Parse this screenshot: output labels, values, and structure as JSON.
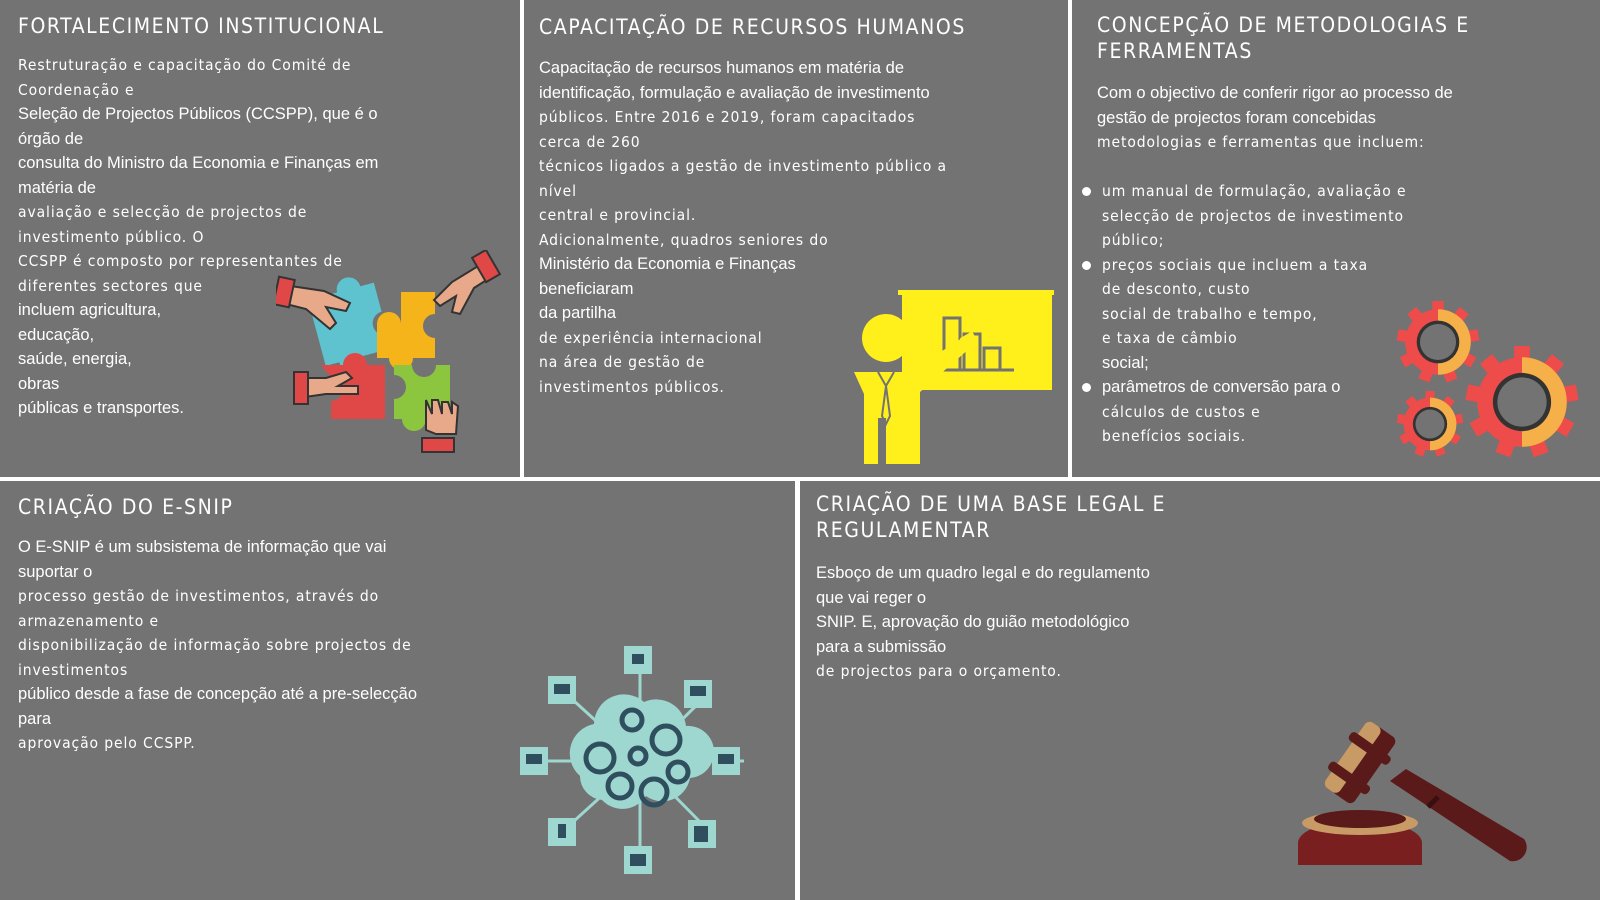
{
  "panels": {
    "p1": {
      "title": "FORTALECIMENTO INSTITUCIONAL",
      "lines": [
        "Restruturação e capacitação do Comité de",
        "Coordenação e",
        "Seleção de Projectos Públicos (CCSPP), que é o",
        "órgão de",
        "consulta do Ministro da Economia e Finanças em",
        "matéria de",
        "avaliação e selecção de projectos de",
        "investimento público. O",
        "CCSPP é composto por representantes de",
        "diferentes sectores que",
        "incluem agricultura,",
        "educação,",
        "saúde, energia,",
        "obras",
        "públicas e transportes."
      ],
      "illustration": "puzzle-hands-icon"
    },
    "p2": {
      "title": "CAPACITAÇÃO DE RECURSOS HUMANOS",
      "lines": [
        "Capacitação de recursos humanos em matéria de",
        "identificação, formulação e avaliação de investimento",
        "públicos. Entre 2016 e 2019, foram capacitados",
        "cerca de 260",
        "técnicos ligados a gestão de investimento público a",
        "nível",
        "central e provincial.",
        "Adicionalmente, quadros seniores do",
        "Ministério da Economia e Finanças",
        "beneficiaram",
        "da partilha",
        "de experiência internacional",
        "na área de gestão de",
        "investimentos públicos."
      ],
      "illustration": "presenter-board-icon"
    },
    "p3": {
      "title_lines": [
        "CONCEPÇÃO DE METODOLOGIAS E",
        "FERRAMENTAS"
      ],
      "intro_lines": [
        "Com o objectivo de conferir rigor ao processo de",
        "gestão de projectos foram concebidas",
        "metodologias e ferramentas que incluem:"
      ],
      "bullets": [
        [
          "um manual de formulação, avaliação e",
          "selecção de projectos de investimento",
          "público;"
        ],
        [
          "preços sociais que incluem a taxa",
          "de desconto, custo",
          "social de trabalho e tempo,",
          "e taxa de câmbio",
          "social;"
        ],
        [
          "parâmetros de conversão para o",
          "cálculos de custos e",
          "benefícios sociais."
        ]
      ],
      "illustration": "gears-icon"
    },
    "p4": {
      "title": "CRIAÇÃO DO E-SNIP",
      "lines": [
        "O E-SNIP é um subsistema de informação que vai",
        "suportar o",
        "processo gestão de investimentos, através do",
        "armazenamento e",
        "disponibilização de informação sobre projectos de",
        "investimentos",
        "público desde a fase de concepção até a pre-selecção",
        "para",
        "aprovação pelo CCSPP."
      ],
      "illustration": "cloud-network-icon"
    },
    "p5": {
      "title_lines": [
        "CRIAÇÃO DE UMA BASE LEGAL E",
        "REGULAMENTAR"
      ],
      "lines": [
        "Esboço de um quadro legal e do regulamento",
        "que vai reger o",
        "SNIP. E, aprovação do guião metodológico",
        "para a submissão",
        "de projectos para o orçamento."
      ],
      "illustration": "gavel-icon"
    }
  },
  "colors": {
    "panel_bg": "#737373",
    "divider": "#ffffff",
    "text": "#ffffff",
    "yellow": "#ffef1a",
    "gear_red": "#ee4b4b",
    "gear_orange": "#f6b04a",
    "cloud": "#9ed7cf",
    "gavel_dark": "#5a1a1a",
    "gavel_light": "#c89a66"
  }
}
